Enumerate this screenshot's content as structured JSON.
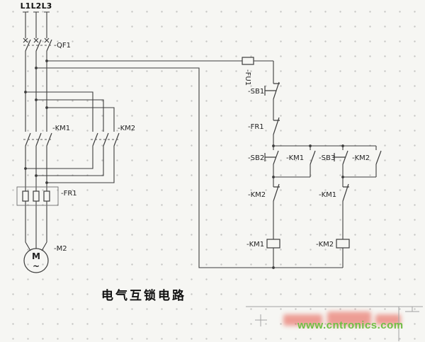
{
  "title": "电气互锁电路",
  "labels": {
    "l1": "L1",
    "l2": "L2",
    "l3": "L3",
    "qf1": "-QF1",
    "km1_main": "-KM1",
    "km2_main": "-KM2",
    "fr1_main": "-FR1",
    "motor_ref": "-M2",
    "motor_letter": "M",
    "motor_wave": "~",
    "fu1": "-FU1",
    "sb1": "-SB1",
    "fr1_contact": "-FR1",
    "sb2": "-SB2",
    "km1_aux": "-KM1",
    "sb3": "-SB3",
    "km2_aux": "-KM2",
    "km2_interlock": "-KM2",
    "km1_interlock": "-KM1",
    "km1_coil": "-KM1",
    "km2_coil": "-KM2"
  },
  "footer": {
    "website": "www.cntronics.com"
  },
  "colors": {
    "wire": "#3c3c3c",
    "green": "#6fbf44",
    "red": "#e23020"
  }
}
